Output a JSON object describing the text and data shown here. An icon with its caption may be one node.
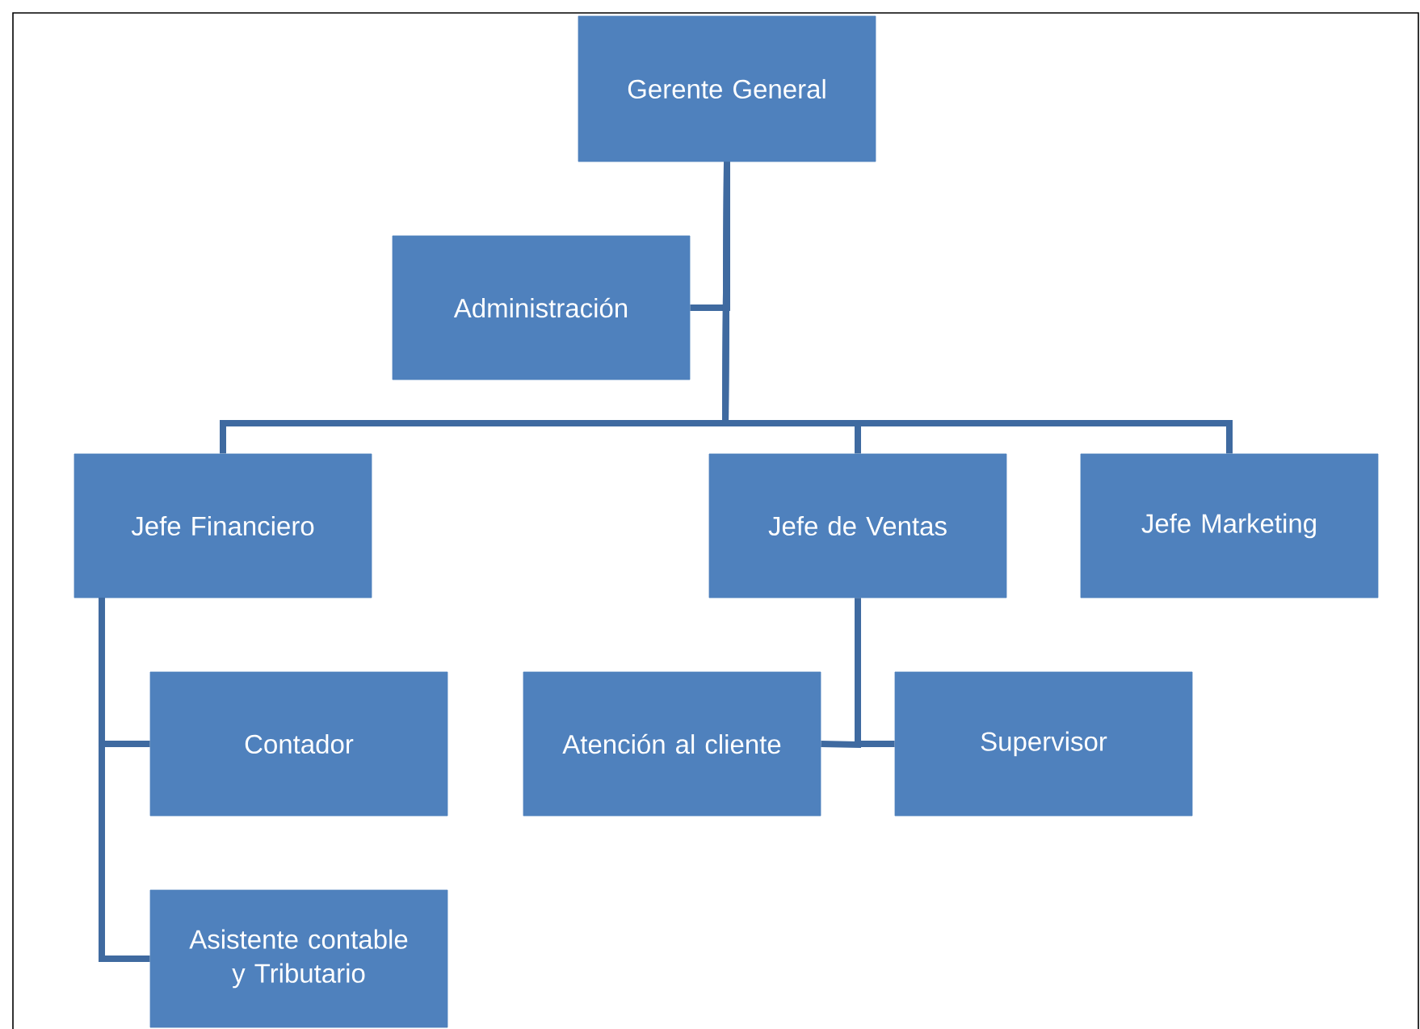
{
  "diagram": {
    "nodes": [
      {
        "text": [
          "Gerente General"
        ]
      },
      {
        "text": [
          "Administración"
        ]
      },
      {
        "text": [
          "Jefe Financiero"
        ]
      },
      {
        "text": [
          "Jefe de Ventas"
        ]
      },
      {
        "text": [
          "Jefe Marketing"
        ]
      },
      {
        "text": [
          "Contador"
        ]
      },
      {
        "text": [
          "Asistente contable y Tributario"
        ]
      },
      {
        "text": [
          "Atención al cliente"
        ]
      },
      {
        "text": [
          "Supervisor"
        ]
      }
    ],
    "edges": [
      {
        "from": 0,
        "to": 1,
        "arrow": "none"
      },
      {
        "from": 0,
        "to": 2,
        "arrow": "none"
      },
      {
        "from": 0,
        "to": 3,
        "arrow": "none"
      },
      {
        "from": 0,
        "to": 4,
        "arrow": "none"
      },
      {
        "from": 2,
        "to": 5,
        "arrow": "none"
      },
      {
        "from": 2,
        "to": 6,
        "arrow": "none"
      },
      {
        "from": 3,
        "to": 7,
        "arrow": "none"
      },
      {
        "from": 3,
        "to": 8,
        "arrow": "none"
      }
    ]
  }
}
